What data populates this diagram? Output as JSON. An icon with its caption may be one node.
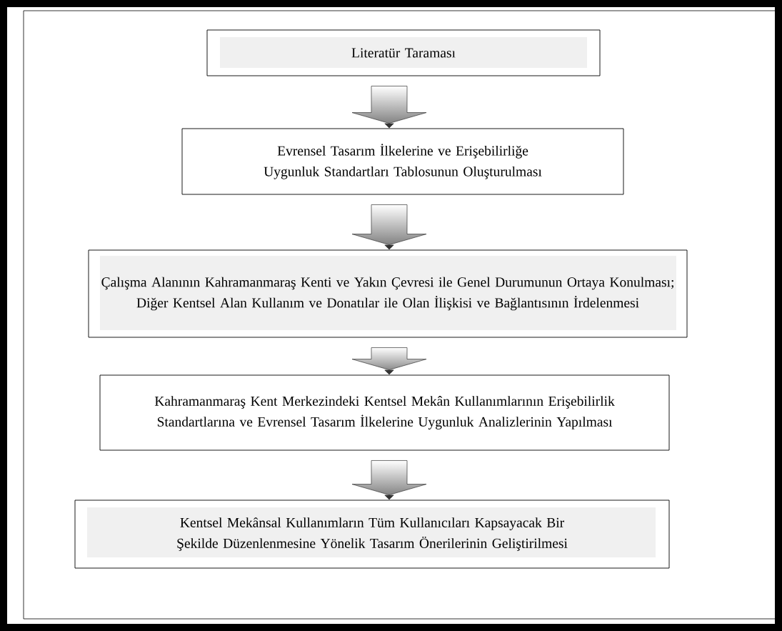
{
  "diagram": {
    "nodes": [
      {
        "text": [
          "Literatür Taraması"
        ]
      },
      {
        "text": [
          "Evrensel Tasarım İlkelerine ve Erişebilirliğe Uygunluk Standartları Tablosunun Oluşturulması"
        ]
      },
      {
        "text": [
          "Çalışma Alanının Kahramanmaraş Kenti ve Yakın Çevresi ile Genel Durumunun Ortaya Konulması; Diğer Kentsel Alan Kullanım ve Donatılar ile Olan İlişkisi ve Bağlantısının İrdelenmesi"
        ]
      },
      {
        "text": [
          "Kahramanmaraş Kent Merkezindeki Kentsel Mekân Kullanımlarının Erişebilirlik Standartlarına ve Evrensel Tasarım İlkelerine Uygunluk Analizlerinin Yapılması"
        ]
      },
      {
        "text": [
          "Kentsel Mekânsal Kullanımların Tüm Kullanıcıları Kapsayacak Bir Şekilde Düzenlenmesine Yönelik Tasarım Önerilerinin Geliştirilmesi"
        ]
      }
    ],
    "edges": [
      {
        "from": 0,
        "to": 1,
        "arrow": "to"
      },
      {
        "from": 1,
        "to": 2,
        "arrow": "to"
      },
      {
        "from": 2,
        "to": 3,
        "arrow": "to"
      },
      {
        "from": 3,
        "to": 4,
        "arrow": "to"
      }
    ]
  }
}
